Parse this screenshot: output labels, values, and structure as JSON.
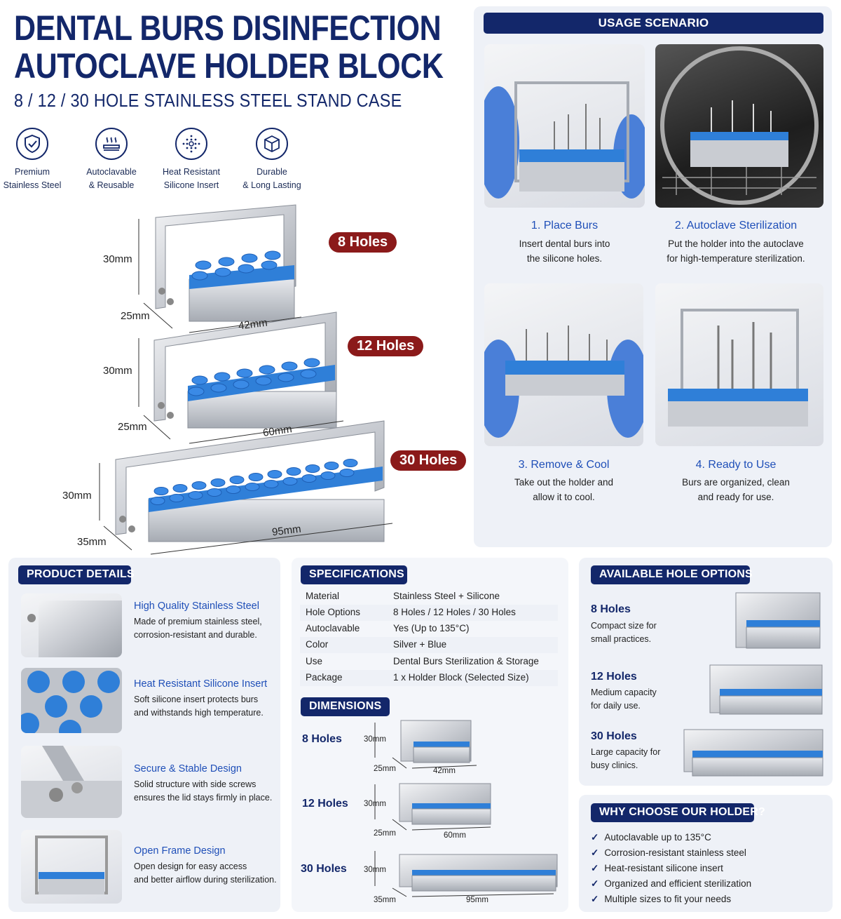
{
  "header": {
    "title_line1": "DENTAL BURS DISINFECTION",
    "title_line2": "AUTOCLAVE HOLDER BLOCK",
    "subtitle": "8 / 12 / 30 HOLE STAINLESS STEEL STAND CASE"
  },
  "features": [
    {
      "icon": "shield-check-icon",
      "line1": "Premium",
      "line2": "Stainless Steel"
    },
    {
      "icon": "steam-icon",
      "line1": "Autoclavable",
      "line2": "& Reusable"
    },
    {
      "icon": "heat-dots-icon",
      "line1": "Heat Resistant",
      "line2": "Silicone Insert"
    },
    {
      "icon": "cube-icon",
      "line1": "Durable",
      "line2": "& Long Lasting"
    }
  ],
  "sizes": [
    {
      "badge": "8 Holes",
      "height": "30mm",
      "depth": "25mm",
      "width": "42mm"
    },
    {
      "badge": "12 Holes",
      "height": "30mm",
      "depth": "25mm",
      "width": "60mm"
    },
    {
      "badge": "30 Holes",
      "height": "30mm",
      "depth": "35mm",
      "width": "95mm"
    }
  ],
  "usage": {
    "header": "USAGE SCENARIO",
    "steps": [
      {
        "title": "1. Place Burs",
        "line1": "Insert dental burs into",
        "line2": "the silicone holes."
      },
      {
        "title": "2. Autoclave Sterilization",
        "line1": "Put the holder into the autoclave",
        "line2": "for high-temperature sterilization."
      },
      {
        "title": "3. Remove & Cool",
        "line1": "Take out the holder and",
        "line2": "allow it to cool."
      },
      {
        "title": "4. Ready to Use",
        "line1": "Burs are organized, clean",
        "line2": "and ready for use."
      }
    ]
  },
  "details": {
    "header": "PRODUCT DETAILS",
    "items": [
      {
        "title": "High Quality Stainless Steel",
        "line1": "Made of premium stainless steel,",
        "line2": "corrosion-resistant and durable."
      },
      {
        "title": "Heat Resistant Silicone Insert",
        "line1": "Soft silicone insert protects burs",
        "line2": "and withstands high temperature."
      },
      {
        "title": "Secure & Stable Design",
        "line1": "Solid structure with side screws",
        "line2": "ensures the lid stays firmly in place."
      },
      {
        "title": "Open Frame Design",
        "line1": "Open design for easy access",
        "line2": "and better airflow during sterilization."
      }
    ]
  },
  "specs": {
    "header": "SPECIFICATIONS",
    "rows": [
      {
        "k": "Material",
        "v": "Stainless Steel + Silicone"
      },
      {
        "k": "Hole Options",
        "v": "8 Holes / 12 Holes / 30 Holes"
      },
      {
        "k": "Autoclavable",
        "v": "Yes (Up to 135°C)"
      },
      {
        "k": "Color",
        "v": "Silver + Blue"
      },
      {
        "k": "Use",
        "v": "Dental Burs Sterilization & Storage"
      },
      {
        "k": "Package",
        "v": "1 x Holder Block (Selected Size)"
      }
    ]
  },
  "dimensions": {
    "header": "DIMENSIONS",
    "items": [
      {
        "label": "8 Holes",
        "h": "30mm",
        "d": "25mm",
        "w": "42mm"
      },
      {
        "label": "12 Holes",
        "h": "30mm",
        "d": "25mm",
        "w": "60mm"
      },
      {
        "label": "30 Holes",
        "h": "30mm",
        "d": "35mm",
        "w": "95mm"
      }
    ]
  },
  "options": {
    "header": "AVAILABLE HOLE OPTIONS",
    "items": [
      {
        "title": "8 Holes",
        "line1": "Compact size for",
        "line2": "small practices."
      },
      {
        "title": "12 Holes",
        "line1": "Medium capacity",
        "line2": "for daily use."
      },
      {
        "title": "30 Holes",
        "line1": "Large capacity for",
        "line2": "busy clinics."
      }
    ]
  },
  "why": {
    "header": "WHY CHOOSE OUR HOLDER?",
    "items": [
      "Autoclavable up to 135°C",
      "Corrosion-resistant stainless steel",
      "Heat-resistant silicone insert",
      "Organized and efficient sterilization",
      "Multiple sizes to fit your needs"
    ]
  },
  "colors": {
    "navy": "#13276a",
    "accent_blue": "#1f4fb8",
    "badge_red": "#8b1a1a",
    "silicone_blue": "#2f7fd8"
  }
}
